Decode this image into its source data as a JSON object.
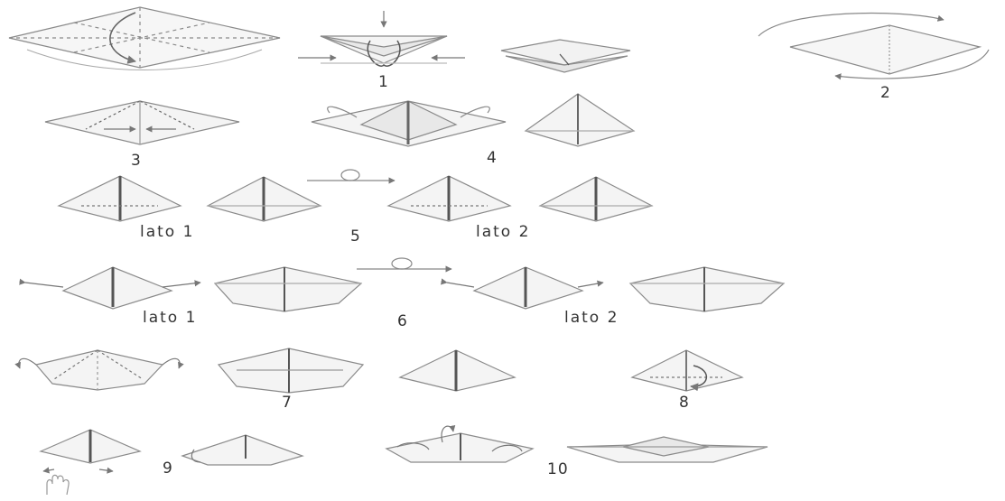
{
  "title": "",
  "steps": [
    {
      "number": "1"
    },
    {
      "number": "2"
    },
    {
      "number": "3"
    },
    {
      "number": "4"
    },
    {
      "number": "5"
    },
    {
      "number": "6"
    },
    {
      "number": "7"
    },
    {
      "number": "8"
    },
    {
      "number": "9"
    },
    {
      "number": "10"
    }
  ],
  "side_labels": {
    "side_1": "lato 1",
    "side_2": "lato 2"
  },
  "colors": {
    "line": "#8a8a8a",
    "dark_line": "#555555",
    "paper_fill": "#f4f4f4",
    "shade_fill": "#e6e6e6",
    "arrow": "#777777"
  },
  "icons": [
    "rotate-arrow-icon",
    "turn-over-arrow-icon",
    "pinch-hand-icon",
    "fold-arrow-icon"
  ]
}
